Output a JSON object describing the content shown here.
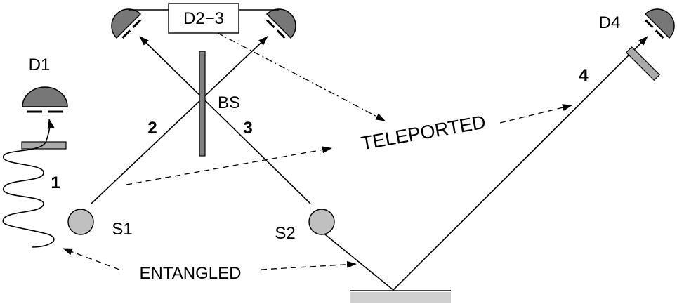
{
  "detectors": {
    "d1": "D1",
    "d23": "D2−3",
    "d4": "D4"
  },
  "components": {
    "beam_splitter": "BS",
    "source1": "S1",
    "source2": "S2"
  },
  "paths": {
    "p1": "1",
    "p2": "2",
    "p3": "3",
    "p4": "4"
  },
  "annotations": {
    "teleported": "TELEPORTED",
    "entangled": "ENTANGLED"
  },
  "colors": {
    "detector_fill": "#777777",
    "source_fill": "#c0c0c0",
    "plate_fill": "#aaaaaa",
    "mirror_fill": "#d0d0d0",
    "beam_splitter_fill": "#808080"
  }
}
